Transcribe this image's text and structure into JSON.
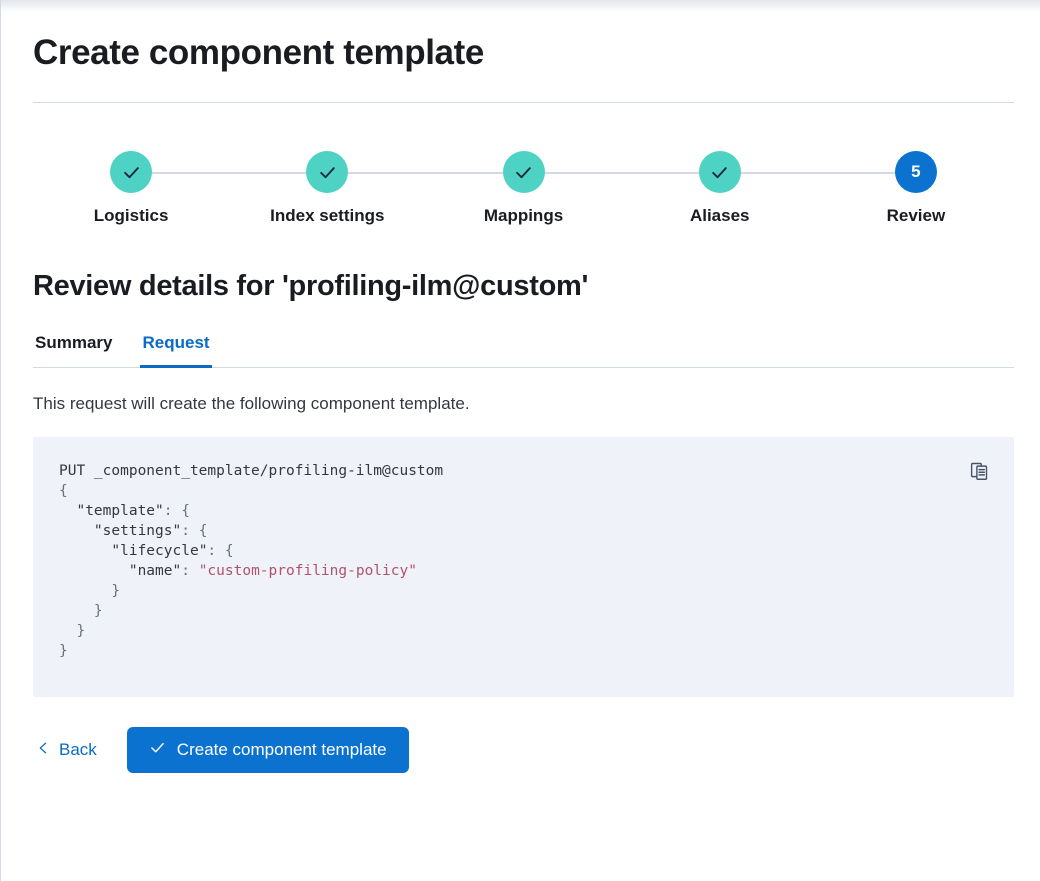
{
  "page": {
    "title": "Create component template"
  },
  "stepper": {
    "steps": [
      {
        "label": "Logistics",
        "state": "done",
        "marker": "check"
      },
      {
        "label": "Index settings",
        "state": "done",
        "marker": "check"
      },
      {
        "label": "Mappings",
        "state": "done",
        "marker": "check"
      },
      {
        "label": "Aliases",
        "state": "done",
        "marker": "check"
      },
      {
        "label": "Review",
        "state": "current",
        "marker": "5"
      }
    ]
  },
  "review": {
    "heading": "Review details for 'profiling-ilm@custom'",
    "tabs": [
      {
        "label": "Summary",
        "active": false
      },
      {
        "label": "Request",
        "active": true
      }
    ],
    "description": "This request will create the following component template.",
    "request": {
      "method_line": "PUT _component_template/profiling-ilm@custom",
      "body_lines": [
        "{",
        "  \"template\": {",
        "    \"settings\": {",
        "      \"lifecycle\": {",
        "        \"name\": \"custom-profiling-policy\"",
        "      }",
        "    }",
        "  }",
        "}"
      ],
      "string_value": "custom-profiling-policy",
      "copy_icon": "copy-clipboard-icon"
    }
  },
  "footer": {
    "back_label": "Back",
    "back_icon": "chevron-left-icon",
    "submit_label": "Create component template",
    "submit_icon": "check-icon"
  },
  "colors": {
    "accent_blue": "#0b72d0",
    "link_blue": "#0a6bc4",
    "step_done_teal": "#4dd2c3",
    "code_bg": "#f0f2f9",
    "code_string": "#b0536a",
    "border_gray": "#d3dae6"
  }
}
